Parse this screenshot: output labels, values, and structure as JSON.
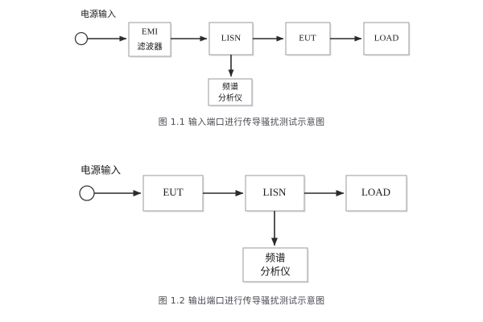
{
  "document": {
    "background_color": "#ffffff",
    "text_color": "#1a1a1a",
    "caption_color": "#4a4a52",
    "box_stroke_color": "#9a9a9a",
    "line_color": "#2b2b2b"
  },
  "figures": [
    {
      "id": "figure-1",
      "caption": "图 1.1  输入端口进行传导骚扰测试示意图",
      "source_label": "电源输入",
      "nodes": [
        {
          "id": "emi-filter",
          "label_line1": "EMI",
          "label_line2": "滤波器"
        },
        {
          "id": "lisn",
          "label_line1": "LISN",
          "label_line2": ""
        },
        {
          "id": "eut",
          "label_line1": "EUT",
          "label_line2": ""
        },
        {
          "id": "load",
          "label_line1": "LOAD",
          "label_line2": ""
        },
        {
          "id": "spectrum-analyzer",
          "label_line1": "频谱",
          "label_line2": "分析仪"
        }
      ],
      "flow": "电源输入 → EMI 滤波器 → LISN → EUT → LOAD, LISN ↓ 频谱分析仪"
    },
    {
      "id": "figure-2",
      "caption": "图 1.2  输出端口进行传导骚扰测试示意图",
      "source_label": "电源输入",
      "nodes": [
        {
          "id": "eut",
          "label_line1": "EUT",
          "label_line2": ""
        },
        {
          "id": "lisn",
          "label_line1": "LISN",
          "label_line2": ""
        },
        {
          "id": "load",
          "label_line1": "LOAD",
          "label_line2": ""
        },
        {
          "id": "spectrum-analyzer",
          "label_line1": "频谱",
          "label_line2": "分析仪"
        }
      ],
      "flow": "电源输入 → EUT → LISN → LOAD, LISN ↓ 频谱分析仪"
    }
  ]
}
